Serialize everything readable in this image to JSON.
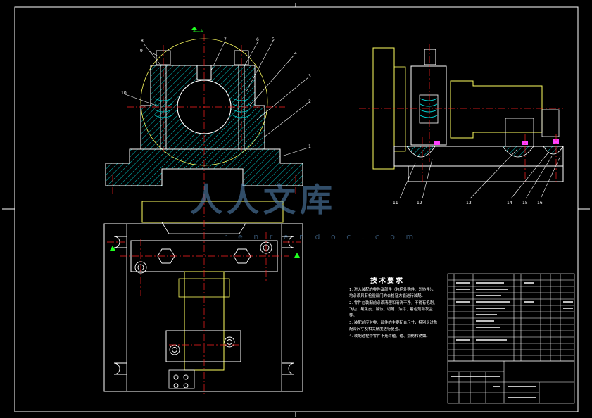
{
  "title_block": {
    "tech_req_title": "技术要求",
    "tech_notes": [
      "1. 进入装配的零件及部件（包括外购件、外协件），均必须具有检验部门的合格证方能进行装配。",
      "2. 零件在装配前必须清理和清洗干净，不得有毛刺、飞边、氧化皮、锈蚀、切屑、油污、着色剂和灰尘等。",
      "3. 装配前应对零、部件的主要配合尺寸，特别是过盈配合尺寸及相关精度进行复查。",
      "4. 装配过程中零件不允许磕、碰、划伤和锈蚀。"
    ]
  },
  "watermark": {
    "text": "人人文库",
    "sub": "r e n r e n d o c . c o m"
  },
  "part_labels": {
    "front_view": [
      "8",
      "9",
      "10",
      "7",
      "6",
      "5",
      "4",
      "3",
      "2",
      "1"
    ],
    "side_view": [
      "11",
      "12",
      "13",
      "14",
      "15",
      "16"
    ],
    "section": "A—A"
  },
  "colors": {
    "background": "#000000",
    "frame": "#ffffff",
    "part": "#ffffff",
    "hatch": "#00c8c8",
    "centerline": "#ff2020",
    "yellow": "#ffff60",
    "magenta": "#ff40ff",
    "green": "#20ff20",
    "watermark": "#5a8cbe"
  }
}
